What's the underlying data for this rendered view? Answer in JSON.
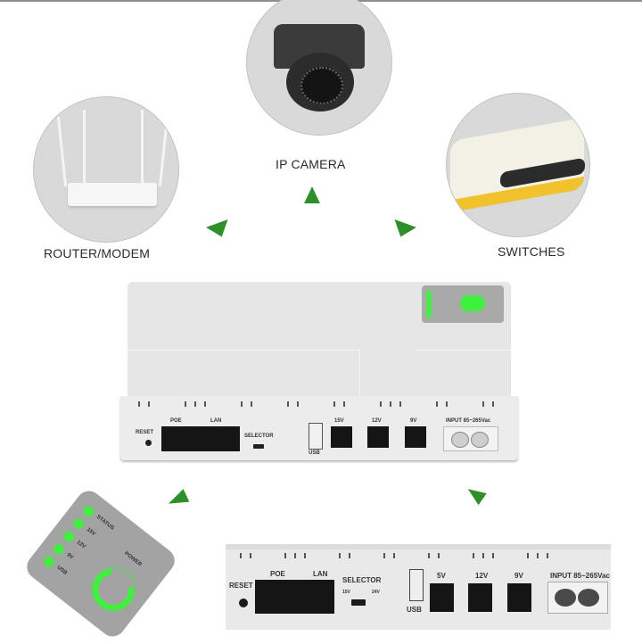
{
  "devices": {
    "ip_camera": {
      "label": "IP CAMERA"
    },
    "router": {
      "label": "ROUTER/MODEM"
    },
    "switches": {
      "label": "SWITCHES"
    }
  },
  "ups_front_panel": {
    "reset": "RESET",
    "poe": "POE",
    "lan": "LAN",
    "selector": "SELECTOR",
    "usb": "USB",
    "out_15v": "15V",
    "out_12v": "12V",
    "out_9v": "9V",
    "input": "INPUT 85~265Vac"
  },
  "ups_front_closeup": {
    "reset": "RESET",
    "poe": "POE",
    "lan": "LAN",
    "selector": "SELECTOR",
    "selector_left": "15V",
    "selector_right": "24V",
    "usb": "USB",
    "out_5v": "5V",
    "out_12v": "12V",
    "out_9v": "9V",
    "input": "INPUT 85~265Vac"
  },
  "led_panel": {
    "leds": [
      "STATUS",
      "15V",
      "12V",
      "9V",
      "USB"
    ],
    "power": "POWER"
  },
  "colors": {
    "accent_green": "#2f8f2a",
    "led_green": "#3df23a",
    "circle_bg": "#d8d9d8"
  }
}
